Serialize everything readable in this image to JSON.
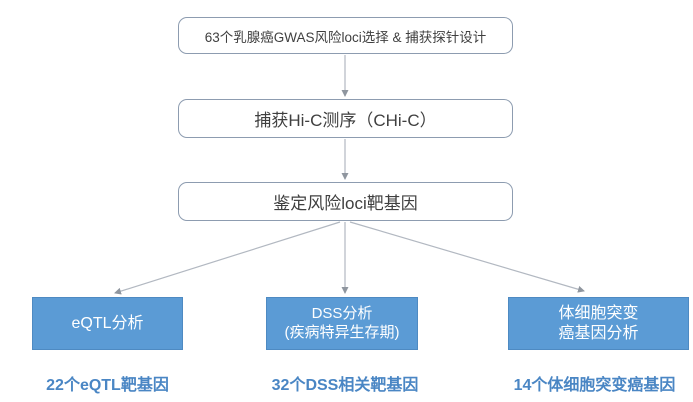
{
  "diagram": {
    "flow_boxes": [
      {
        "label": "63个乳腺癌GWAS风险loci选择 & 捕获探针设计"
      },
      {
        "label": "捕获Hi-C测序（CHi-C）"
      },
      {
        "label": "鉴定风险loci靶基因"
      }
    ],
    "branch_boxes": [
      {
        "line1": "eQTL分析"
      },
      {
        "line1": "DSS分析",
        "line2": "(疾病特异生存期)"
      },
      {
        "line1": "体细胞突变",
        "line2": "癌基因分析"
      }
    ],
    "result_labels": [
      "22个eQTL靶基因",
      "32个DSS相关靶基因",
      "14个体细胞突变癌基因"
    ],
    "colors": {
      "branch_fill": "#5b9bd5",
      "flow_border": "#8d9cb0",
      "arrow": "#aab1bb",
      "result_text": "#4a86c4",
      "flow_text": "#3f3f3f"
    }
  }
}
